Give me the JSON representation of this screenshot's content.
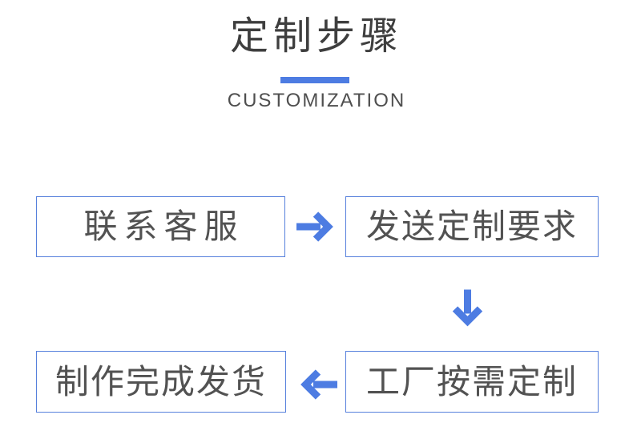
{
  "header": {
    "title": "定制步骤",
    "subtitle": "CUSTOMIZATION"
  },
  "flow": {
    "steps": [
      {
        "id": "contact-support",
        "label": "联系客服"
      },
      {
        "id": "send-requirements",
        "label": "发送定制要求"
      },
      {
        "id": "factory-customize",
        "label": "工厂按需定制"
      },
      {
        "id": "finish-and-ship",
        "label": "制作完成发货"
      }
    ],
    "arrows": [
      "right",
      "down",
      "left"
    ]
  },
  "colors": {
    "accent": "#4d7ce2",
    "box-border": "#5680dc",
    "title-text": "#3e3e3e",
    "subtitle-text": "#4f4f4f",
    "step-text": "#525252",
    "background": "#ffffff"
  }
}
